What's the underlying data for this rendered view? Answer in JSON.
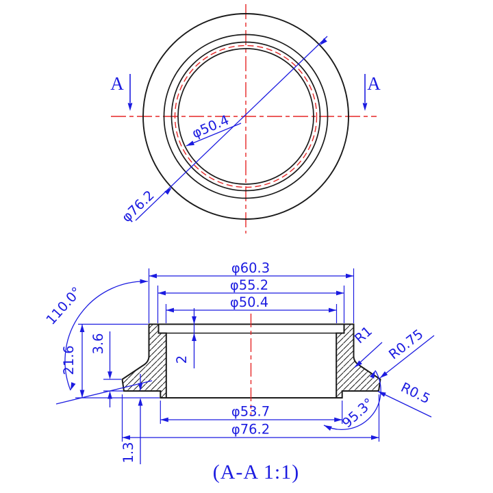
{
  "drawing": {
    "caption": "(A-A 1:1)",
    "section_marker_left": "A",
    "section_marker_right": "A",
    "colors": {
      "dimension_blue": "#1b1be0",
      "centerline_red": "#e62525",
      "outline_black": "#1a1a1a",
      "background": "#ffffff"
    },
    "top_view": {
      "dia_bore": "φ50.4",
      "dia_outer": "φ76.2"
    },
    "section_view": {
      "dia_60_3": "φ60.3",
      "dia_55_2": "φ55.2",
      "dia_50_4": "φ50.4",
      "dia_53_7": "φ53.7",
      "dia_76_2": "φ76.2",
      "height_total": "21.6",
      "height_skirt": "3.6",
      "depth_groove": "2",
      "height_lip": "1.3",
      "angle_cone": "110.0°",
      "angle_draft": "95.3°",
      "radius_fillet": "R1",
      "radius_corner": "R0.75",
      "radius_small": "R0.5"
    }
  }
}
